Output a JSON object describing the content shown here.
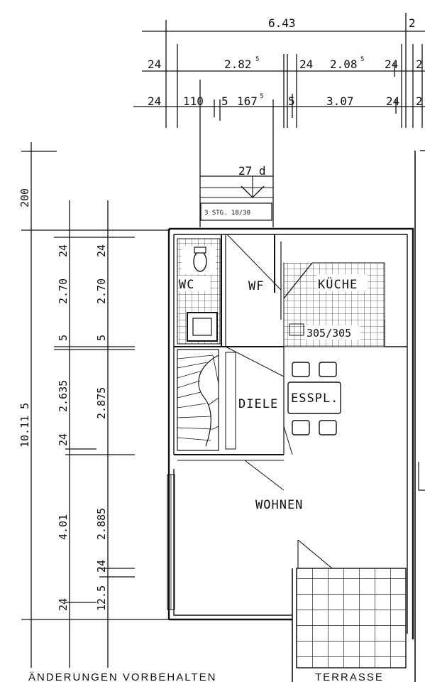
{
  "dimensions_top": {
    "row1": [
      "6.43",
      "2"
    ],
    "row2": [
      "24",
      "2.82",
      "5",
      "24",
      "2.08",
      "5",
      "24",
      "2"
    ],
    "row3": [
      "24",
      "110",
      "5",
      "167",
      "5",
      "5",
      "3.07",
      "24",
      "2"
    ]
  },
  "dimensions_left": {
    "outer": [
      "200",
      "10.11 5"
    ],
    "col_a": [
      "24",
      "2.70",
      "5",
      "2.635",
      "24",
      "4.01",
      "24"
    ],
    "col_b": [
      "24",
      "2.70",
      "5",
      "2.875",
      "2.885",
      "24",
      "12.5"
    ]
  },
  "stair": {
    "run": "27 d",
    "note": "3 STG. 18/30"
  },
  "rooms": {
    "wc": "WC",
    "wf": "WF",
    "kueche": "KÜCHE",
    "kitchen_size": "305/305",
    "diele": "DIELE",
    "esspl": "ESSPL.",
    "wohnen": "WOHNEN",
    "terrasse": "TERRASSE"
  },
  "footer_note": "ÄNDERUNGEN VORBEHALTEN"
}
